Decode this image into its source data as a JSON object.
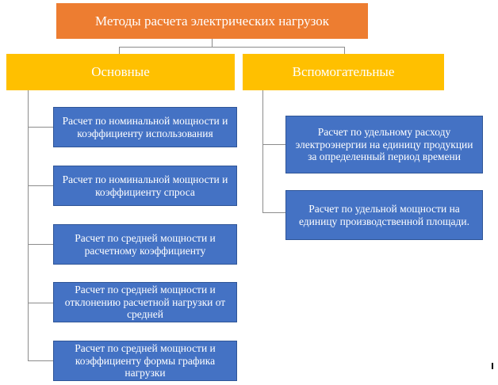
{
  "diagram": {
    "root": {
      "label": "Методы расчета электрических нагрузок"
    },
    "categories": [
      {
        "label": "Основные",
        "items": [
          "Расчет по номинальной мощности и коэффициенту использования",
          "Расчет по номинальной мощности и коэффициенту спроса",
          "Расчет по средней мощности и расчетному коэффициенту",
          "Расчет по средней мощности и отклонению расчетной нагрузки от средней",
          "Расчет по средней мощности и коэффициенту формы графика нагрузки"
        ]
      },
      {
        "label": "Вспомогательные",
        "items": [
          "Расчет по удельному расходу электроэнергии на единицу продукции за определенный период времени",
          "Расчет по удельной мощности на единицу производственной площади."
        ]
      }
    ],
    "colors": {
      "root": "#ed7d31",
      "category": "#ffc000",
      "item": "#4472c4",
      "connector": "#8c8c8c",
      "text": "#ffffff"
    }
  }
}
